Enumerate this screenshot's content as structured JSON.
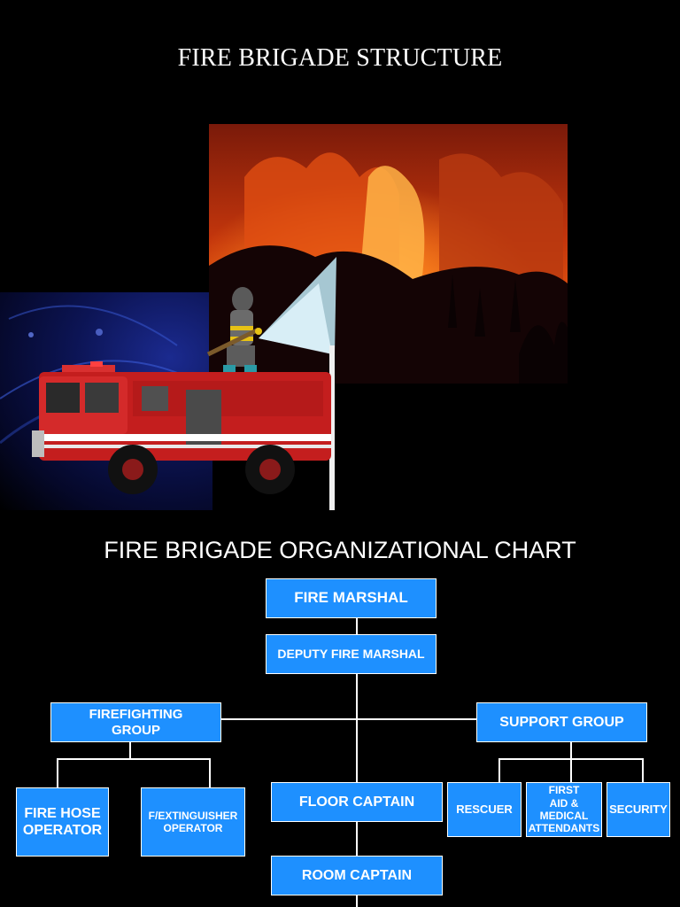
{
  "slide1": {
    "title": "FIRE BRIGADE STRUCTURE"
  },
  "slide2": {
    "title": "FIRE BRIGADE ORGANIZATIONAL CHART",
    "nodes": {
      "fire_marshal": "FIRE MARSHAL",
      "deputy_fire_marshal": "DEPUTY FIRE MARSHAL",
      "firefighting_group": "FIREFIGHTING\nGROUP",
      "support_group": "SUPPORT GROUP",
      "fire_hose_operator": "FIRE HOSE\nOPERATOR",
      "extinguisher_operator": "F/EXTINGUISHER\nOPERATOR",
      "floor_captain": "FLOOR CAPTAIN",
      "room_captain": "ROOM CAPTAIN",
      "rescuer": "RESCUER",
      "first_aid": "FIRST\nAID & MEDICAL\nATTENDANTS",
      "security": "SECURITY"
    }
  },
  "colors": {
    "background": "#000000",
    "node_fill": "#1e90ff",
    "node_text": "#ffffff",
    "connector": "#ffffff"
  },
  "icons": [
    "fire-photo",
    "fire-truck-icon",
    "firefighter-icon",
    "water-spray-icon"
  ]
}
